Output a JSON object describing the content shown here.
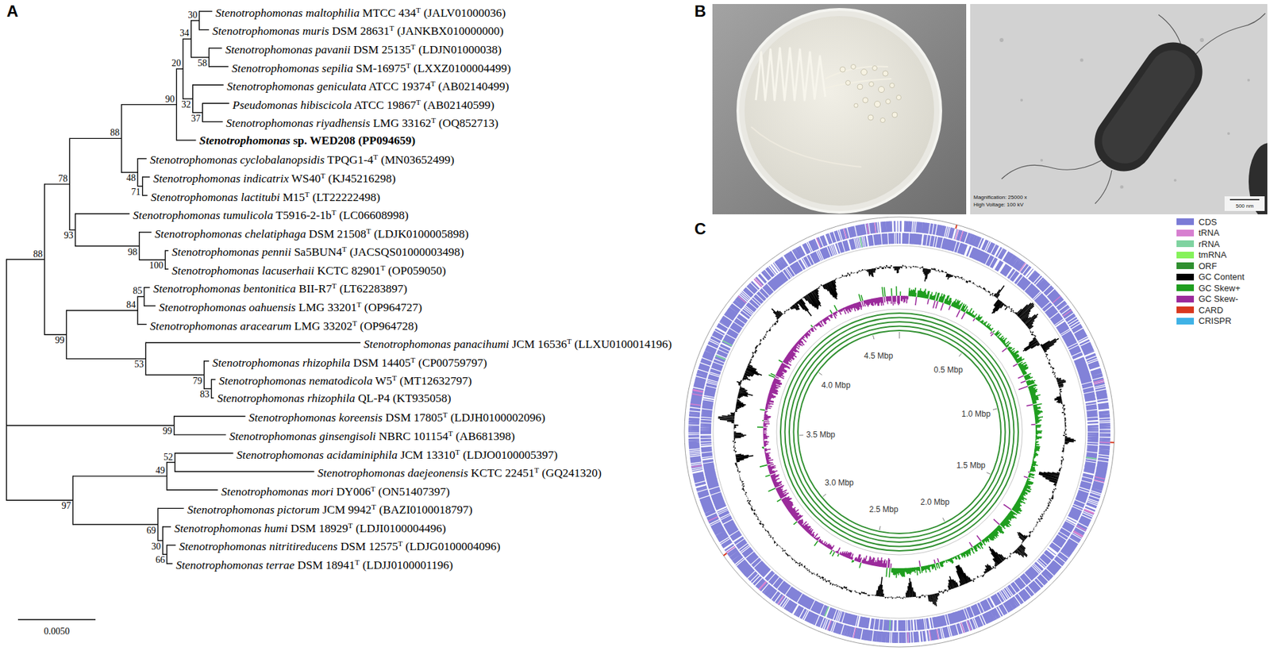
{
  "diagram": {
    "labels": [
      "A",
      "Stenotrophomonas maltophilia MTCC 434T (JALV01000036)",
      "Stenotrophomonas muris DSM 28631T (JANKBX010000000)",
      "Stenotrophomonas pavanii DSM 25135T (LDJN01000038)",
      "Stenotrophomonas sepilia SM-16975T (LXXZ0100004499)",
      "Stenotrophomonas geniculata ATCC 19374T (AB02140499)",
      "Pseudomonas hibiscicola ATCC 19867T (AB02140599)",
      "Stenotrophomonas riyadhensis LMG 33162T (OQ852713)",
      "Stenotrophomonas sp. WED208 (PP094659)",
      "Stenotrophomonas cyclobalanopsidis TPQG1-4T (MN03652499)",
      "Stenotrophomonas indicatrix WS40T (KJ45216298)",
      "Stenotrophomonas lactitubi M15T (LT22222498)",
      "Stenotrophomonas tumulicola T5916-2-1bT (LC06608998)",
      "Stenotrophomonas chelatiphaga DSM 21508T (LDJK0100005898)",
      "Stenotrophomonas pennii Sa5BUN4T (JACSQS01000003498)",
      "Stenotrophomonas lacuserhaii KCTC 82901T (OP059050)",
      "Stenotrophomonas bentonitica BII-R7T (LT62283897)",
      "Stenotrophomonas oahuensis LMG 33201T (OP964727)",
      "Stenotrophomonas aracearum LMG 33202T (OP964728)",
      "Stenotrophomonas panacihumi JCM 16536T (LLXU0100014196)",
      "Stenotrophomonas rhizophila DSM 14405T (CP00759797)",
      "Stenotrophomonas nematodicola W5T (MT12632797)",
      "Stenotrophomonas rhizophila QL-P4 (KT935058)",
      "Stenotrophomonas koreensis DSM 17805T (LDJH0100002096)",
      "Stenotrophomonas ginsengisoli NBRC 101154T (AB681398)",
      "Stenotrophomonas acidaminiphila JCM 13310T (LDJO0100005397)",
      "Stenotrophomonas daejeonensis KCTC 22451T (GQ241320)",
      "Stenotrophomonas mori DY006T (ON51407397)",
      "Stenotrophomonas pictorum JCM 9942T (BAZI0100018797)",
      "Stenotrophomonas humi DSM 18929T (LDJI0100004496)",
      "Stenotrophomonas nitritireducens DSM 12575T (LDJG0100004096)",
      "Stenotrophomonas terrae DSM 18941T (LDJJ0100001196)",
      "30",
      "58",
      "34",
      "37",
      "32",
      "20",
      "90",
      "71",
      "48",
      "88",
      "100",
      "98",
      "93",
      "78",
      "85",
      "84",
      "83",
      "79",
      "53",
      "99",
      "88",
      "99",
      "52",
      "49",
      "66",
      "30",
      "69",
      "97",
      "0.0050",
      "B",
      "Magnification: 25000 x",
      "High Voltage: 100 kV",
      "500 nm",
      "C",
      "0.5 Mbp",
      "1.0 Mbp",
      "1.5 Mbp",
      "2.0 Mbp",
      "2.5 Mbp",
      "3.0 Mbp",
      "3.5 Mbp",
      "4.0 Mbp",
      "4.5 Mbp"
    ],
    "legend": [
      {
        "text": "CDS",
        "color": "#7b7bd6"
      },
      {
        "text": "tRNA",
        "color": "#d77fd0"
      },
      {
        "text": "rRNA",
        "color": "#7fd3a0"
      },
      {
        "text": "tmRNA",
        "color": "#86f25a"
      },
      {
        "text": "ORF",
        "color": "#2f8f2f"
      },
      {
        "text": "GC Content",
        "color": "#000000"
      },
      {
        "text": "GC Skew+",
        "color": "#1f9e1f"
      },
      {
        "text": "GC Skew-",
        "color": "#9b2a9b"
      },
      {
        "text": "CARD",
        "color": "#d9381e"
      },
      {
        "text": "CRISPR",
        "color": "#3fb2e6"
      }
    ]
  }
}
